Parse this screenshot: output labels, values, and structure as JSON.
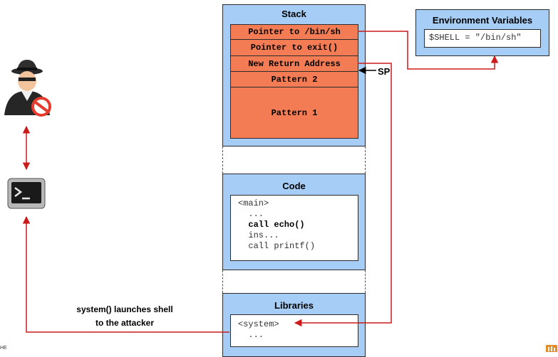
{
  "stack": {
    "title": "Stack",
    "slots": [
      "Pointer to /bin/sh",
      "Pointer to exit()",
      "New Return Address",
      "Pattern 2",
      "Pattern 1"
    ]
  },
  "env": {
    "title": "Environment Variables",
    "value": "$SHELL = \"/bin/sh\""
  },
  "code": {
    "title": "Code",
    "lines": [
      "<main>",
      "  ...",
      "  call echo()",
      "  ins...",
      "  call printf()"
    ]
  },
  "libraries": {
    "title": "Libraries",
    "lines": [
      "<system>",
      "  ..."
    ]
  },
  "labels": {
    "sp": "SP",
    "caption_line1": "system() launches shell",
    "caption_line2": "to the attacker",
    "footer_left": "HE"
  },
  "icons": {
    "attacker": "attacker-icon",
    "terminal": "terminal-icon",
    "corner": "logo-icon"
  },
  "colors": {
    "panel": "#a6cdf5",
    "slot": "#f47c55",
    "arrow_red": "#cc1a1a"
  }
}
